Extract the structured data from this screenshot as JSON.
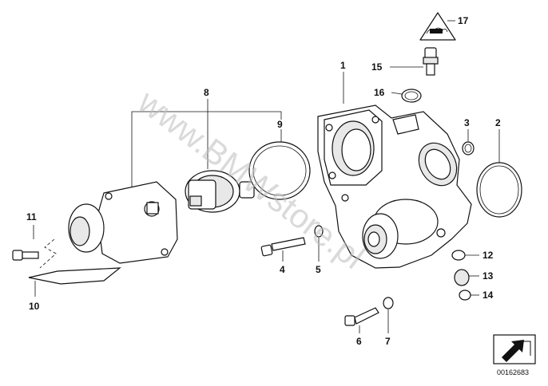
{
  "labels": {
    "p1": "1",
    "p2": "2",
    "p3": "3",
    "p4": "4",
    "p5": "5",
    "p6": "6",
    "p7": "7",
    "p8": "8",
    "p9": "9",
    "p10": "10",
    "p11": "11",
    "p12": "12",
    "p13": "13",
    "p14": "14",
    "p15": "15",
    "p16": "16",
    "p17": "17"
  },
  "watermark": "www.BMWstore.pl",
  "reference_number": "00162683",
  "icons": [
    "warning-triangle-icon",
    "navigation-arrow-icon"
  ]
}
